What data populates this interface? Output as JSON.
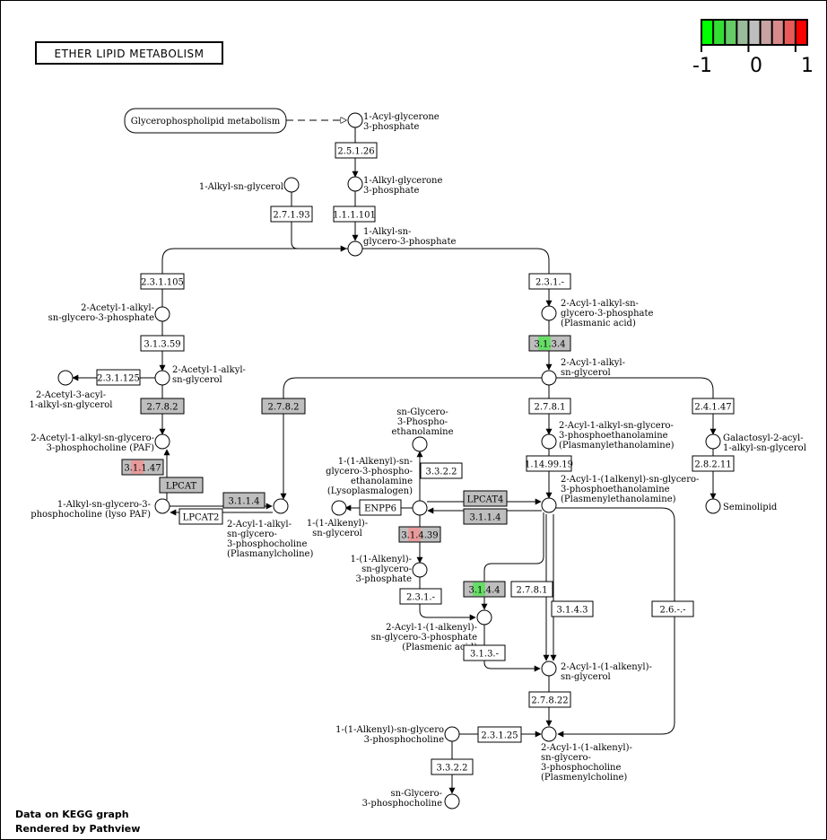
{
  "title": "ETHER LIPID METABOLISM",
  "legend": {
    "colors": [
      "#00ff00",
      "#33dd33",
      "#66cc66",
      "#99bb99",
      "#bebebe",
      "#c8a3a3",
      "#d98a8a",
      "#e85a5a",
      "#ff0000"
    ],
    "labels": [
      "-1",
      "0",
      "1"
    ]
  },
  "footer": [
    "Data on KEGG graph",
    "Rendered by Pathview"
  ],
  "map_link": "Glycerophospholipid metabolism",
  "compounds": [
    {
      "id": "c1",
      "lines": [
        "1-Acyl-glycerone",
        "3-phosphate"
      ]
    },
    {
      "id": "c2",
      "lines": [
        "1-Alkyl-glycerone",
        "3-phosphate"
      ]
    },
    {
      "id": "c3",
      "lines": [
        "1-Alkyl-sn-glycerol"
      ]
    },
    {
      "id": "c4",
      "lines": [
        "1-Alkyl-sn-",
        "glycero-3-phosphate"
      ]
    },
    {
      "id": "c5",
      "lines": [
        "2-Acetyl-1-alkyl-",
        "sn-glycero-3-phosphate"
      ]
    },
    {
      "id": "c6",
      "lines": [
        "2-Acyl-1-alkyl-sn-",
        "glycero-3-phosphate",
        "(Plasmanic acid)"
      ]
    },
    {
      "id": "c7",
      "lines": [
        "2-Acetyl-1-alkyl-",
        "sn-glycerol"
      ]
    },
    {
      "id": "c8",
      "lines": [
        "2-Acetyl-3-acyl-",
        "1-alkyl-sn-glycerol"
      ]
    },
    {
      "id": "c9",
      "lines": [
        "2-Acyl-1-alkyl-",
        "sn-glycerol"
      ]
    },
    {
      "id": "c10",
      "lines": [
        "2-Acetyl-1-alkyl-sn-glycero-",
        "3-phosphocholine (PAF)"
      ]
    },
    {
      "id": "c11",
      "lines": [
        "sn-Glycero-",
        "3-Phospho-",
        "ethanolamine"
      ]
    },
    {
      "id": "c12",
      "lines": [
        "2-Acyl-1-alkyl-sn-glycero-",
        "3-phosphoethanolamine",
        "(Plasmanylethanolamine)"
      ]
    },
    {
      "id": "c13",
      "lines": [
        "Galactosyl-2-acyl-",
        "1-alkyl-sn-glycerol"
      ]
    },
    {
      "id": "c14",
      "lines": [
        "1-(1-Alkenyl)-sn-",
        "glycero-3-phospho-",
        "ethanolamine",
        "(Lysoplasmalogen)"
      ]
    },
    {
      "id": "c15",
      "lines": [
        "2-Acyl-1-(1alkenyl)-sn-glycero-",
        "3-phosphoethanolamine",
        "(Plasmenylethanolamine)"
      ]
    },
    {
      "id": "c16",
      "lines": [
        "1-Alkyl-sn-glycero-3-",
        "phosphocholine (lyso PAF)"
      ]
    },
    {
      "id": "c17",
      "lines": [
        "2-Acyl-1-alkyl-",
        "sn-glycero-",
        "3-phosphocholine",
        "(Plasmanylcholine)"
      ]
    },
    {
      "id": "c18",
      "lines": [
        "1-(1-Alkenyl)-",
        "sn-glycerol"
      ]
    },
    {
      "id": "c19",
      "lines": [
        "Seminolipid"
      ]
    },
    {
      "id": "c20",
      "lines": [
        "1-(1-Alkenyl)-",
        "sn-glycero-",
        "3-phosphate"
      ]
    },
    {
      "id": "c21",
      "lines": [
        "2-Acyl-1-(1-alkenyl)-",
        "sn-glycero-3-phosphate",
        "(Plasmenic acid)"
      ]
    },
    {
      "id": "c22",
      "lines": [
        "2-Acyl-1-(1-alkenyl)-",
        "sn-glycerol"
      ]
    },
    {
      "id": "c23",
      "lines": [
        "1-(1-Alkenyl)-sn-glycero",
        "3-phosphocholine"
      ]
    },
    {
      "id": "c24",
      "lines": [
        "2-Acyl-1-(1-alkenyl)-",
        "sn-glycero-",
        "3-phosphocholine",
        "(Plasmenylcholine)"
      ]
    },
    {
      "id": "c25",
      "lines": [
        "sn-Glycero-",
        "3-phosphocholine"
      ]
    }
  ],
  "enzymes": [
    {
      "id": "e1",
      "label": "2.5.1.26",
      "fill": "#ffffff"
    },
    {
      "id": "e2",
      "label": "2.7.1.93",
      "fill": "#ffffff"
    },
    {
      "id": "e3",
      "label": "1.1.1.101",
      "fill": "#ffffff"
    },
    {
      "id": "e4",
      "label": "2.3.1.105",
      "fill": "#ffffff"
    },
    {
      "id": "e5",
      "label": "2.3.1.-",
      "fill": "#ffffff"
    },
    {
      "id": "e6",
      "label": "3.1.3.59",
      "fill": "#ffffff"
    },
    {
      "id": "e7",
      "label": "3.1.3.4",
      "fill": "#bebebe",
      "accent": "#66dd66"
    },
    {
      "id": "e8",
      "label": "2.3.1.125",
      "fill": "#ffffff"
    },
    {
      "id": "e9",
      "label": "2.7.8.2",
      "fill": "#bebebe"
    },
    {
      "id": "e10",
      "label": "2.7.8.2",
      "fill": "#bebebe"
    },
    {
      "id": "e11",
      "label": "2.7.8.1",
      "fill": "#ffffff"
    },
    {
      "id": "e12",
      "label": "2.4.1.47",
      "fill": "#ffffff"
    },
    {
      "id": "e13",
      "label": "3.1.1.47",
      "fill": "#bebebe",
      "accent": "#e89a9a"
    },
    {
      "id": "e14",
      "label": "LPCAT",
      "fill": "#bebebe"
    },
    {
      "id": "e15",
      "label": "3.1.1.4",
      "fill": "#bebebe"
    },
    {
      "id": "e16",
      "label": "LPCAT2",
      "fill": "#ffffff"
    },
    {
      "id": "e17",
      "label": "3.3.2.2",
      "fill": "#ffffff"
    },
    {
      "id": "e18",
      "label": "1.14.99.19",
      "fill": "#ffffff"
    },
    {
      "id": "e19",
      "label": "2.8.2.11",
      "fill": "#ffffff"
    },
    {
      "id": "e20",
      "label": "LPCAT4",
      "fill": "#bebebe"
    },
    {
      "id": "e21",
      "label": "3.1.1.4",
      "fill": "#bebebe"
    },
    {
      "id": "e22",
      "label": "ENPP6",
      "fill": "#ffffff"
    },
    {
      "id": "e23",
      "label": "3.1.4.39",
      "fill": "#bebebe",
      "accent": "#e89a9a"
    },
    {
      "id": "e24",
      "label": "2.3.1.-",
      "fill": "#ffffff"
    },
    {
      "id": "e25",
      "label": "3.1.4.4",
      "fill": "#bebebe",
      "accent": "#66dd66"
    },
    {
      "id": "e26",
      "label": "2.7.8.1",
      "fill": "#ffffff"
    },
    {
      "id": "e27",
      "label": "3.1.4.3",
      "fill": "#ffffff"
    },
    {
      "id": "e28",
      "label": "2.6.-.-",
      "fill": "#ffffff"
    },
    {
      "id": "e29",
      "label": "3.1.3.-",
      "fill": "#ffffff"
    },
    {
      "id": "e30",
      "label": "2.7.8.22",
      "fill": "#ffffff"
    },
    {
      "id": "e31",
      "label": "2.3.1.25",
      "fill": "#ffffff"
    },
    {
      "id": "e32",
      "label": "3.3.2.2",
      "fill": "#ffffff"
    }
  ]
}
